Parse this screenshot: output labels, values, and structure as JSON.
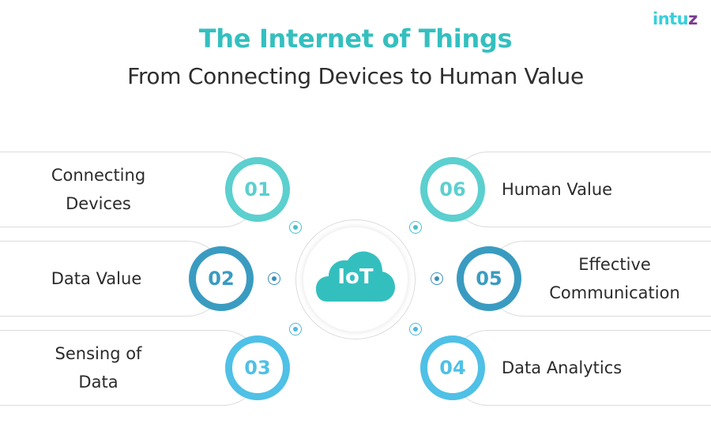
{
  "logo": {
    "text_main": "intu",
    "text_accent": "z",
    "color": "#36d0dc",
    "accent_color": "#7a3a8f"
  },
  "header": {
    "title": "The Internet of Things",
    "subtitle": "From Connecting Devices to Human Value",
    "title_color": "#34bfbf"
  },
  "hub": {
    "label": "IoT",
    "icon": "cloud-icon",
    "color": "#34bfbf"
  },
  "colors": {
    "teal": "#5ccfcf",
    "steel_blue": "#3a9bc1",
    "sky_blue": "#4fc0e6",
    "pill_border": "#dcdcdc"
  },
  "steps": [
    {
      "number": "01",
      "label": "Connecting\nDevices",
      "side": "left",
      "color": "#5ccfcf"
    },
    {
      "number": "02",
      "label": "Data Value",
      "side": "left",
      "color": "#3a9bc1"
    },
    {
      "number": "03",
      "label": "Sensing of\nData",
      "side": "left",
      "color": "#4fc0e6"
    },
    {
      "number": "04",
      "label": "Data Analytics",
      "side": "right",
      "color": "#4fc0e6"
    },
    {
      "number": "05",
      "label": "Effective\nCommunication",
      "side": "right",
      "color": "#3a9bc1"
    },
    {
      "number": "06",
      "label": "Human Value",
      "side": "right",
      "color": "#5ccfcf"
    }
  ]
}
